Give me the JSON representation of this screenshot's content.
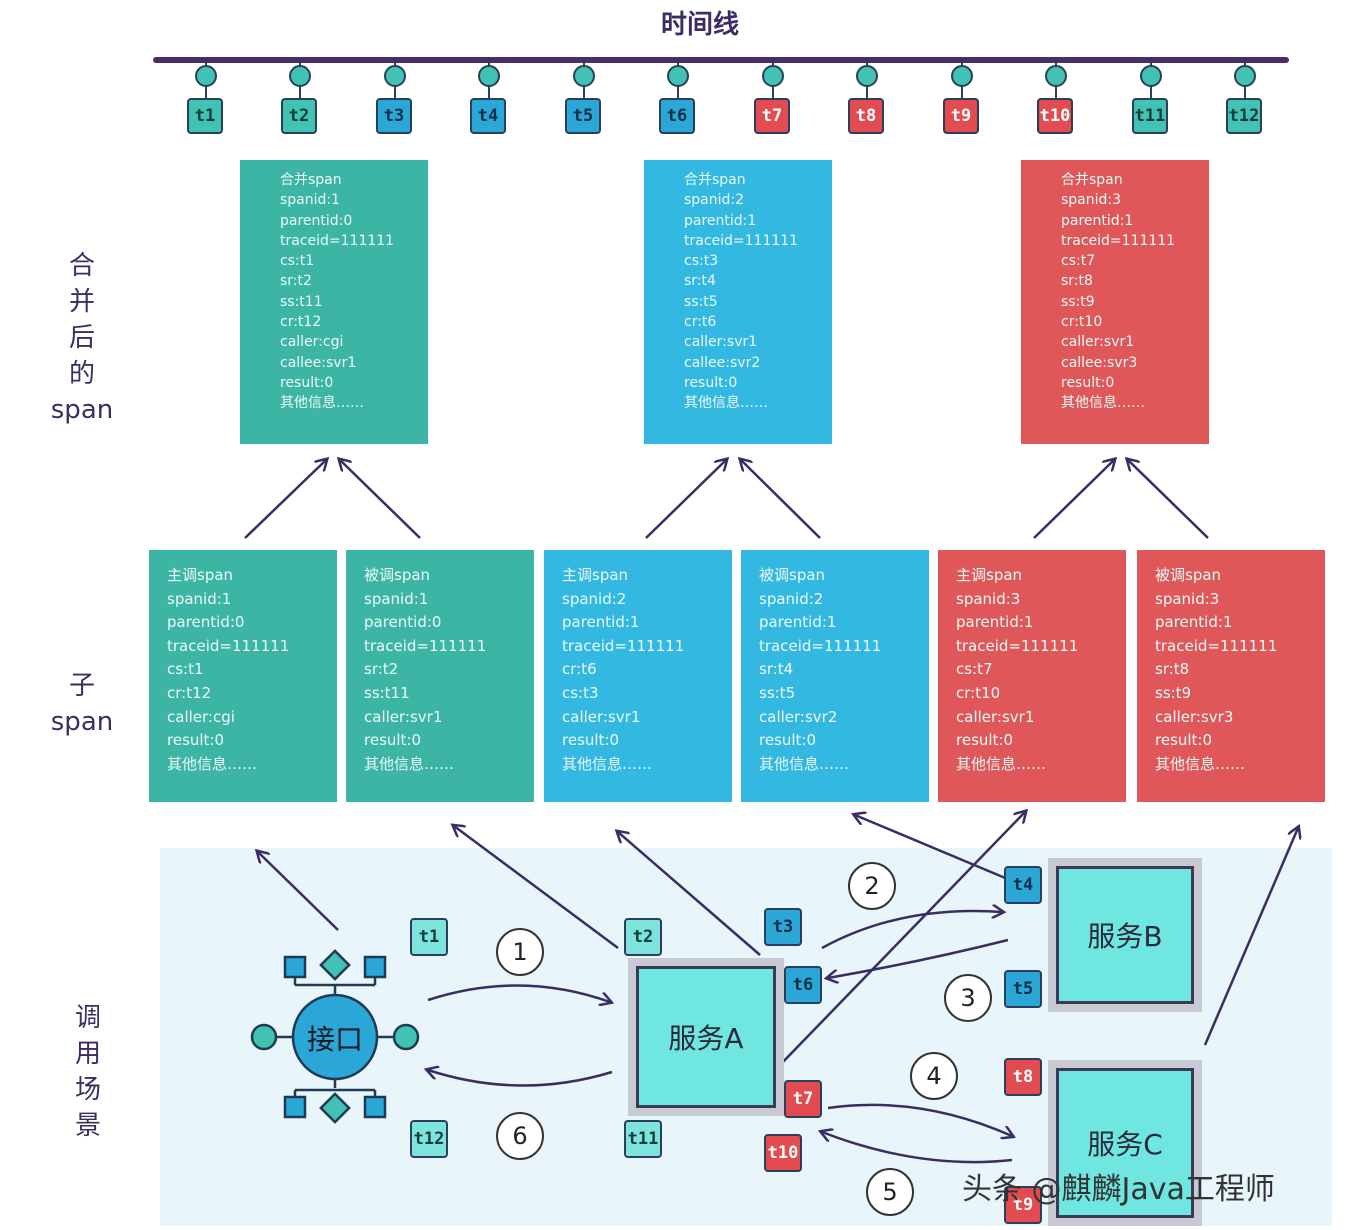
{
  "timeline": {
    "title": "时间线",
    "ticks": [
      {
        "label": "t1",
        "color": "teal"
      },
      {
        "label": "t2",
        "color": "teal"
      },
      {
        "label": "t3",
        "color": "blue"
      },
      {
        "label": "t4",
        "color": "blue"
      },
      {
        "label": "t5",
        "color": "blue"
      },
      {
        "label": "t6",
        "color": "blue"
      },
      {
        "label": "t7",
        "color": "red"
      },
      {
        "label": "t8",
        "color": "red"
      },
      {
        "label": "t9",
        "color": "red"
      },
      {
        "label": "t10",
        "color": "red"
      },
      {
        "label": "t11",
        "color": "teal"
      },
      {
        "label": "t12",
        "color": "teal"
      }
    ]
  },
  "labels": {
    "merged": "合\n并\n后\n的\nspan",
    "child": "子\nspan",
    "scene": "调\n用\n场\n景"
  },
  "merged_spans": [
    {
      "lines": [
        "合并span",
        "spanid:1",
        "parentid:0",
        "traceid=111111",
        "cs:t1",
        "sr:t2",
        "ss:t11",
        "cr:t12",
        "caller:cgi",
        "callee:svr1",
        "result:0",
        "其他信息……"
      ]
    },
    {
      "lines": [
        "合并span",
        "spanid:2",
        "parentid:1",
        "traceid=111111",
        "cs:t3",
        "sr:t4",
        "ss:t5",
        "cr:t6",
        "caller:svr1",
        "callee:svr2",
        "result:0",
        "其他信息……"
      ]
    },
    {
      "lines": [
        "合并span",
        "spanid:3",
        "parentid:1",
        "traceid=111111",
        "cs:t7",
        "sr:t8",
        "ss:t9",
        "cr:t10",
        "caller:svr1",
        "callee:svr3",
        "result:0",
        "其他信息……"
      ]
    }
  ],
  "child_spans": [
    {
      "lines": [
        "主调span",
        "spanid:1",
        "parentid:0",
        "traceid=111111",
        "cs:t1",
        "cr:t12",
        "caller:cgi",
        "result:0",
        "其他信息……"
      ]
    },
    {
      "lines": [
        "被调span",
        "spanid:1",
        "parentid:0",
        "traceid=111111",
        " sr:t2",
        "ss:t11",
        "caller:svr1",
        "result:0",
        "其他信息……"
      ]
    },
    {
      "lines": [
        "主调span",
        "spanid:2",
        "parentid:1",
        "traceid=111111",
        "cr:t6",
        "cs:t3",
        "caller:svr1",
        "result:0",
        "其他信息……"
      ]
    },
    {
      "lines": [
        "被调span",
        "spanid:2",
        "parentid:1",
        "traceid=111111",
        "sr:t4",
        "ss:t5",
        "caller:svr2",
        "result:0",
        "其他信息……"
      ]
    },
    {
      "lines": [
        "主调span",
        "spanid:3",
        "parentid:1",
        "traceid=111111",
        "cs:t7",
        "cr:t10",
        "caller:svr1",
        "result:0",
        "其他信息……"
      ]
    },
    {
      "lines": [
        "被调span",
        "spanid:3",
        "parentid:1",
        "traceid=111111",
        "sr:t8",
        "ss:t9",
        "caller:svr3",
        "result:0",
        "其他信息……"
      ]
    }
  ],
  "scene": {
    "interface_label": "接口",
    "service_a": "服务A",
    "service_b": "服务B",
    "service_c": "服务C",
    "steps": [
      "1",
      "2",
      "3",
      "4",
      "5",
      "6"
    ],
    "time_tags": [
      {
        "label": "t1",
        "color": "light"
      },
      {
        "label": "t2",
        "color": "light"
      },
      {
        "label": "t3",
        "color": "blue"
      },
      {
        "label": "t4",
        "color": "blue"
      },
      {
        "label": "t5",
        "color": "blue"
      },
      {
        "label": "t6",
        "color": "blue"
      },
      {
        "label": "t7",
        "color": "red"
      },
      {
        "label": "t8",
        "color": "red"
      },
      {
        "label": "t9",
        "color": "red"
      },
      {
        "label": "t10",
        "color": "red"
      },
      {
        "label": "t11",
        "color": "light"
      },
      {
        "label": "t12",
        "color": "light"
      }
    ]
  },
  "watermark": "头条 @麒麟Java工程师",
  "colors": {
    "teal": "#3db5a5",
    "blue": "#33b8e2",
    "red": "#e0575a",
    "timeline": "#4a2c66"
  }
}
